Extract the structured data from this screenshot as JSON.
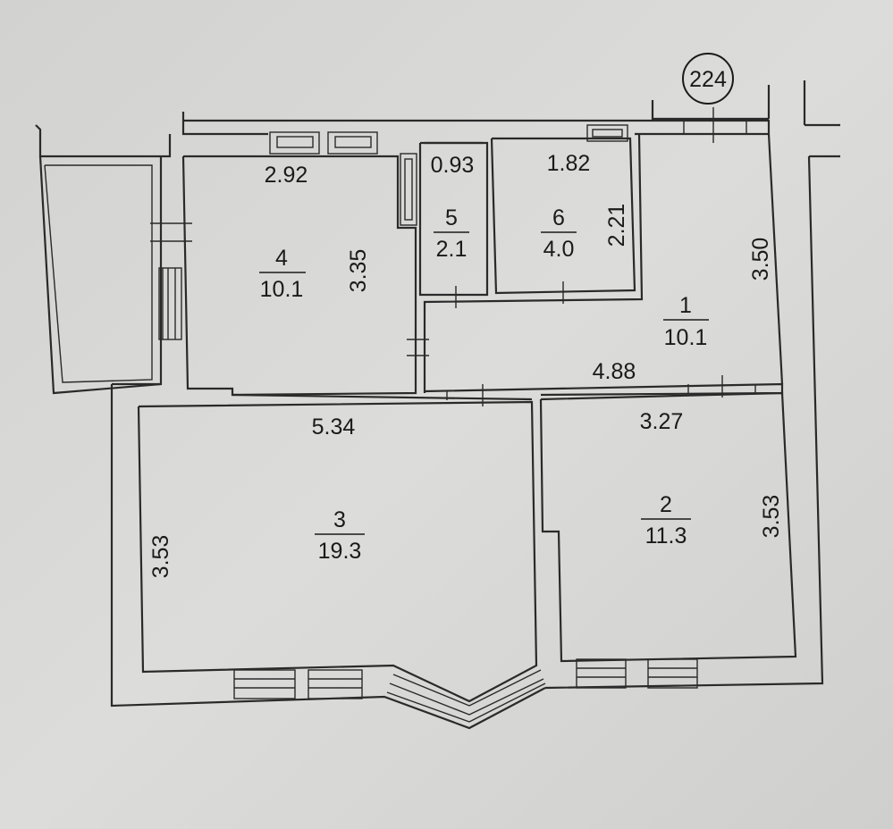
{
  "plan": {
    "apartment_number": "224",
    "rooms": [
      {
        "number": "1",
        "area": "10.1"
      },
      {
        "number": "2",
        "area": "11.3"
      },
      {
        "number": "3",
        "area": "19.3"
      },
      {
        "number": "4",
        "area": "10.1"
      },
      {
        "number": "5",
        "area": "2.1"
      },
      {
        "number": "6",
        "area": "4.0"
      }
    ],
    "dimensions": {
      "room4_width": "2.92",
      "room4_length": "3.35",
      "room5_width": "0.93",
      "room6_width": "1.82",
      "room6_length": "2.21",
      "room1_length": "3.50",
      "room1_width": "4.88",
      "room3_width": "5.34",
      "room3_length": "3.53",
      "room2_width": "3.27",
      "room2_length": "3.53"
    }
  }
}
